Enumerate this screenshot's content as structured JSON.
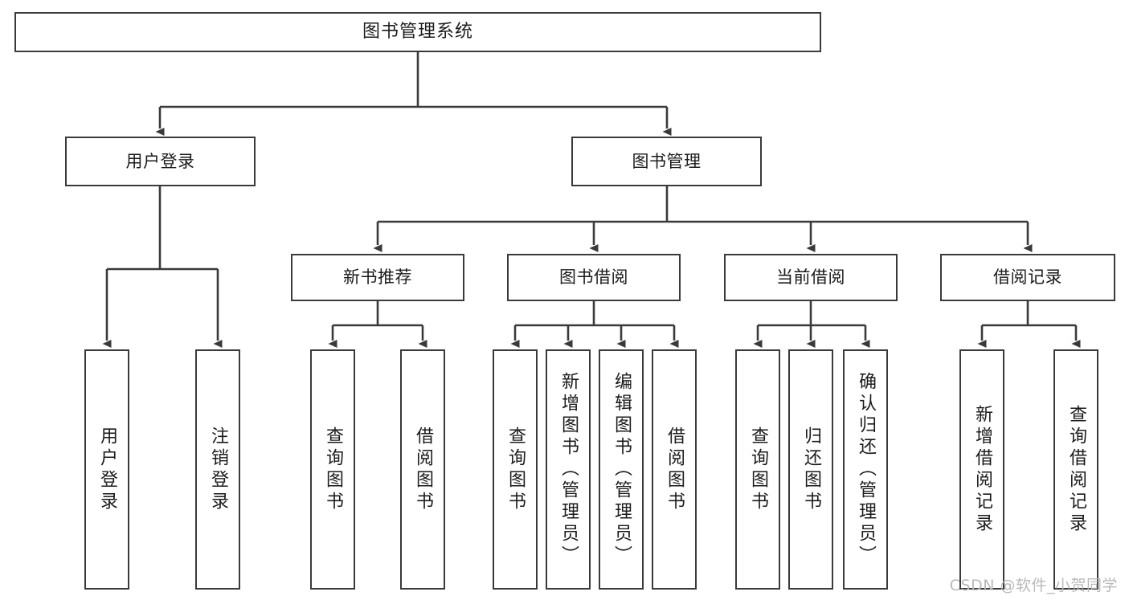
{
  "diagram": {
    "title": "图书管理系统",
    "type": "tree",
    "nodes": {
      "root": {
        "label": "图书管理系统"
      },
      "level2": [
        {
          "id": "user-login",
          "label": "用户登录"
        },
        {
          "id": "book-manage",
          "label": "图书管理"
        }
      ],
      "level3": [
        {
          "id": "new-book-recommend",
          "label": "新书推荐"
        },
        {
          "id": "book-borrow",
          "label": "图书借阅"
        },
        {
          "id": "current-borrow",
          "label": "当前借阅"
        },
        {
          "id": "borrow-record",
          "label": "借阅记录"
        }
      ],
      "leaves": {
        "user_login": [
          {
            "id": "leaf-user-login",
            "label": "用户登录"
          },
          {
            "id": "leaf-logout-login",
            "label": "注销登录"
          }
        ],
        "new_book_recommend": [
          {
            "id": "leaf-query-book-1",
            "label": "查询图书"
          },
          {
            "id": "leaf-borrow-book-1",
            "label": "借阅图书"
          }
        ],
        "book_borrow": [
          {
            "id": "leaf-query-book-2",
            "label": "查询图书"
          },
          {
            "id": "leaf-add-book",
            "label": "新增图书（管理员）"
          },
          {
            "id": "leaf-edit-book",
            "label": "编辑图书（管理员）"
          },
          {
            "id": "leaf-borrow-book-2",
            "label": "借阅图书"
          }
        ],
        "current_borrow": [
          {
            "id": "leaf-query-book-3",
            "label": "查询图书"
          },
          {
            "id": "leaf-return-book",
            "label": "归还图书"
          },
          {
            "id": "leaf-confirm-return",
            "label": "确认归还（管理员）"
          }
        ],
        "borrow_record": [
          {
            "id": "leaf-add-record",
            "label": "新增借阅记录"
          },
          {
            "id": "leaf-query-record",
            "label": "查询借阅记录"
          }
        ]
      }
    },
    "colors": {
      "stroke": "#3a3a3a",
      "fill": "#ffffff",
      "text": "#1b1b1b",
      "watermark": "#b9b9b9"
    }
  },
  "watermark": {
    "text": "CSDN @软件_小贺同学"
  }
}
